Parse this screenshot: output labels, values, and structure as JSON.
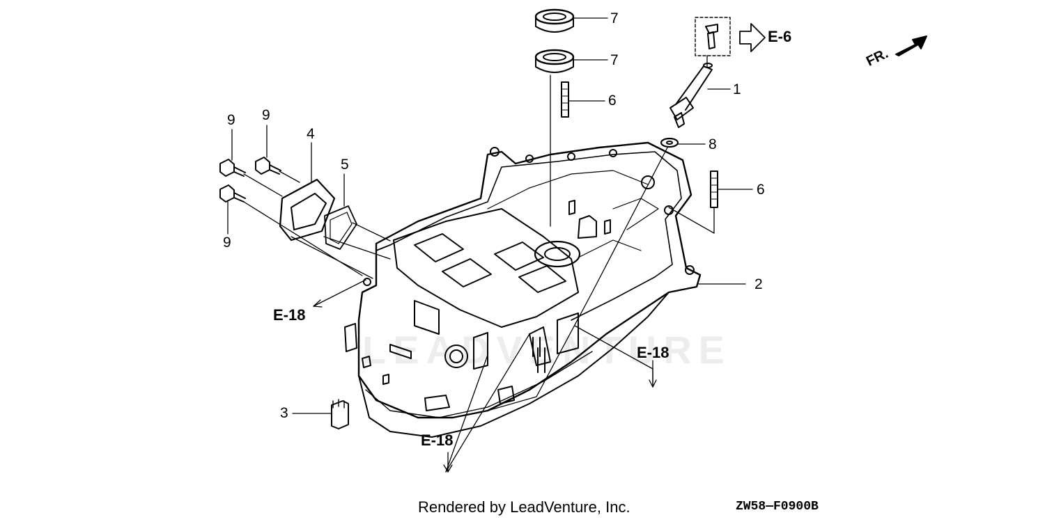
{
  "callouts": {
    "p1": "1",
    "p2": "2",
    "p3": "3",
    "p4": "4",
    "p5": "5",
    "p6a": "6",
    "p6b": "6",
    "p7a": "7",
    "p7b": "7",
    "p8": "8",
    "p9a": "9",
    "p9b": "9",
    "p9c": "9"
  },
  "references": {
    "e6": "E-6",
    "e18_left": "E-18",
    "e18_right": "E-18",
    "e18_bottom": "E-18"
  },
  "direction": {
    "front": "FR."
  },
  "watermark": "LEADVENTURE",
  "footer": {
    "credit": "Rendered by LeadVenture, Inc.",
    "drawing_code": "ZW58—F0900B"
  },
  "colors": {
    "ink": "#000000",
    "paper": "#ffffff"
  }
}
